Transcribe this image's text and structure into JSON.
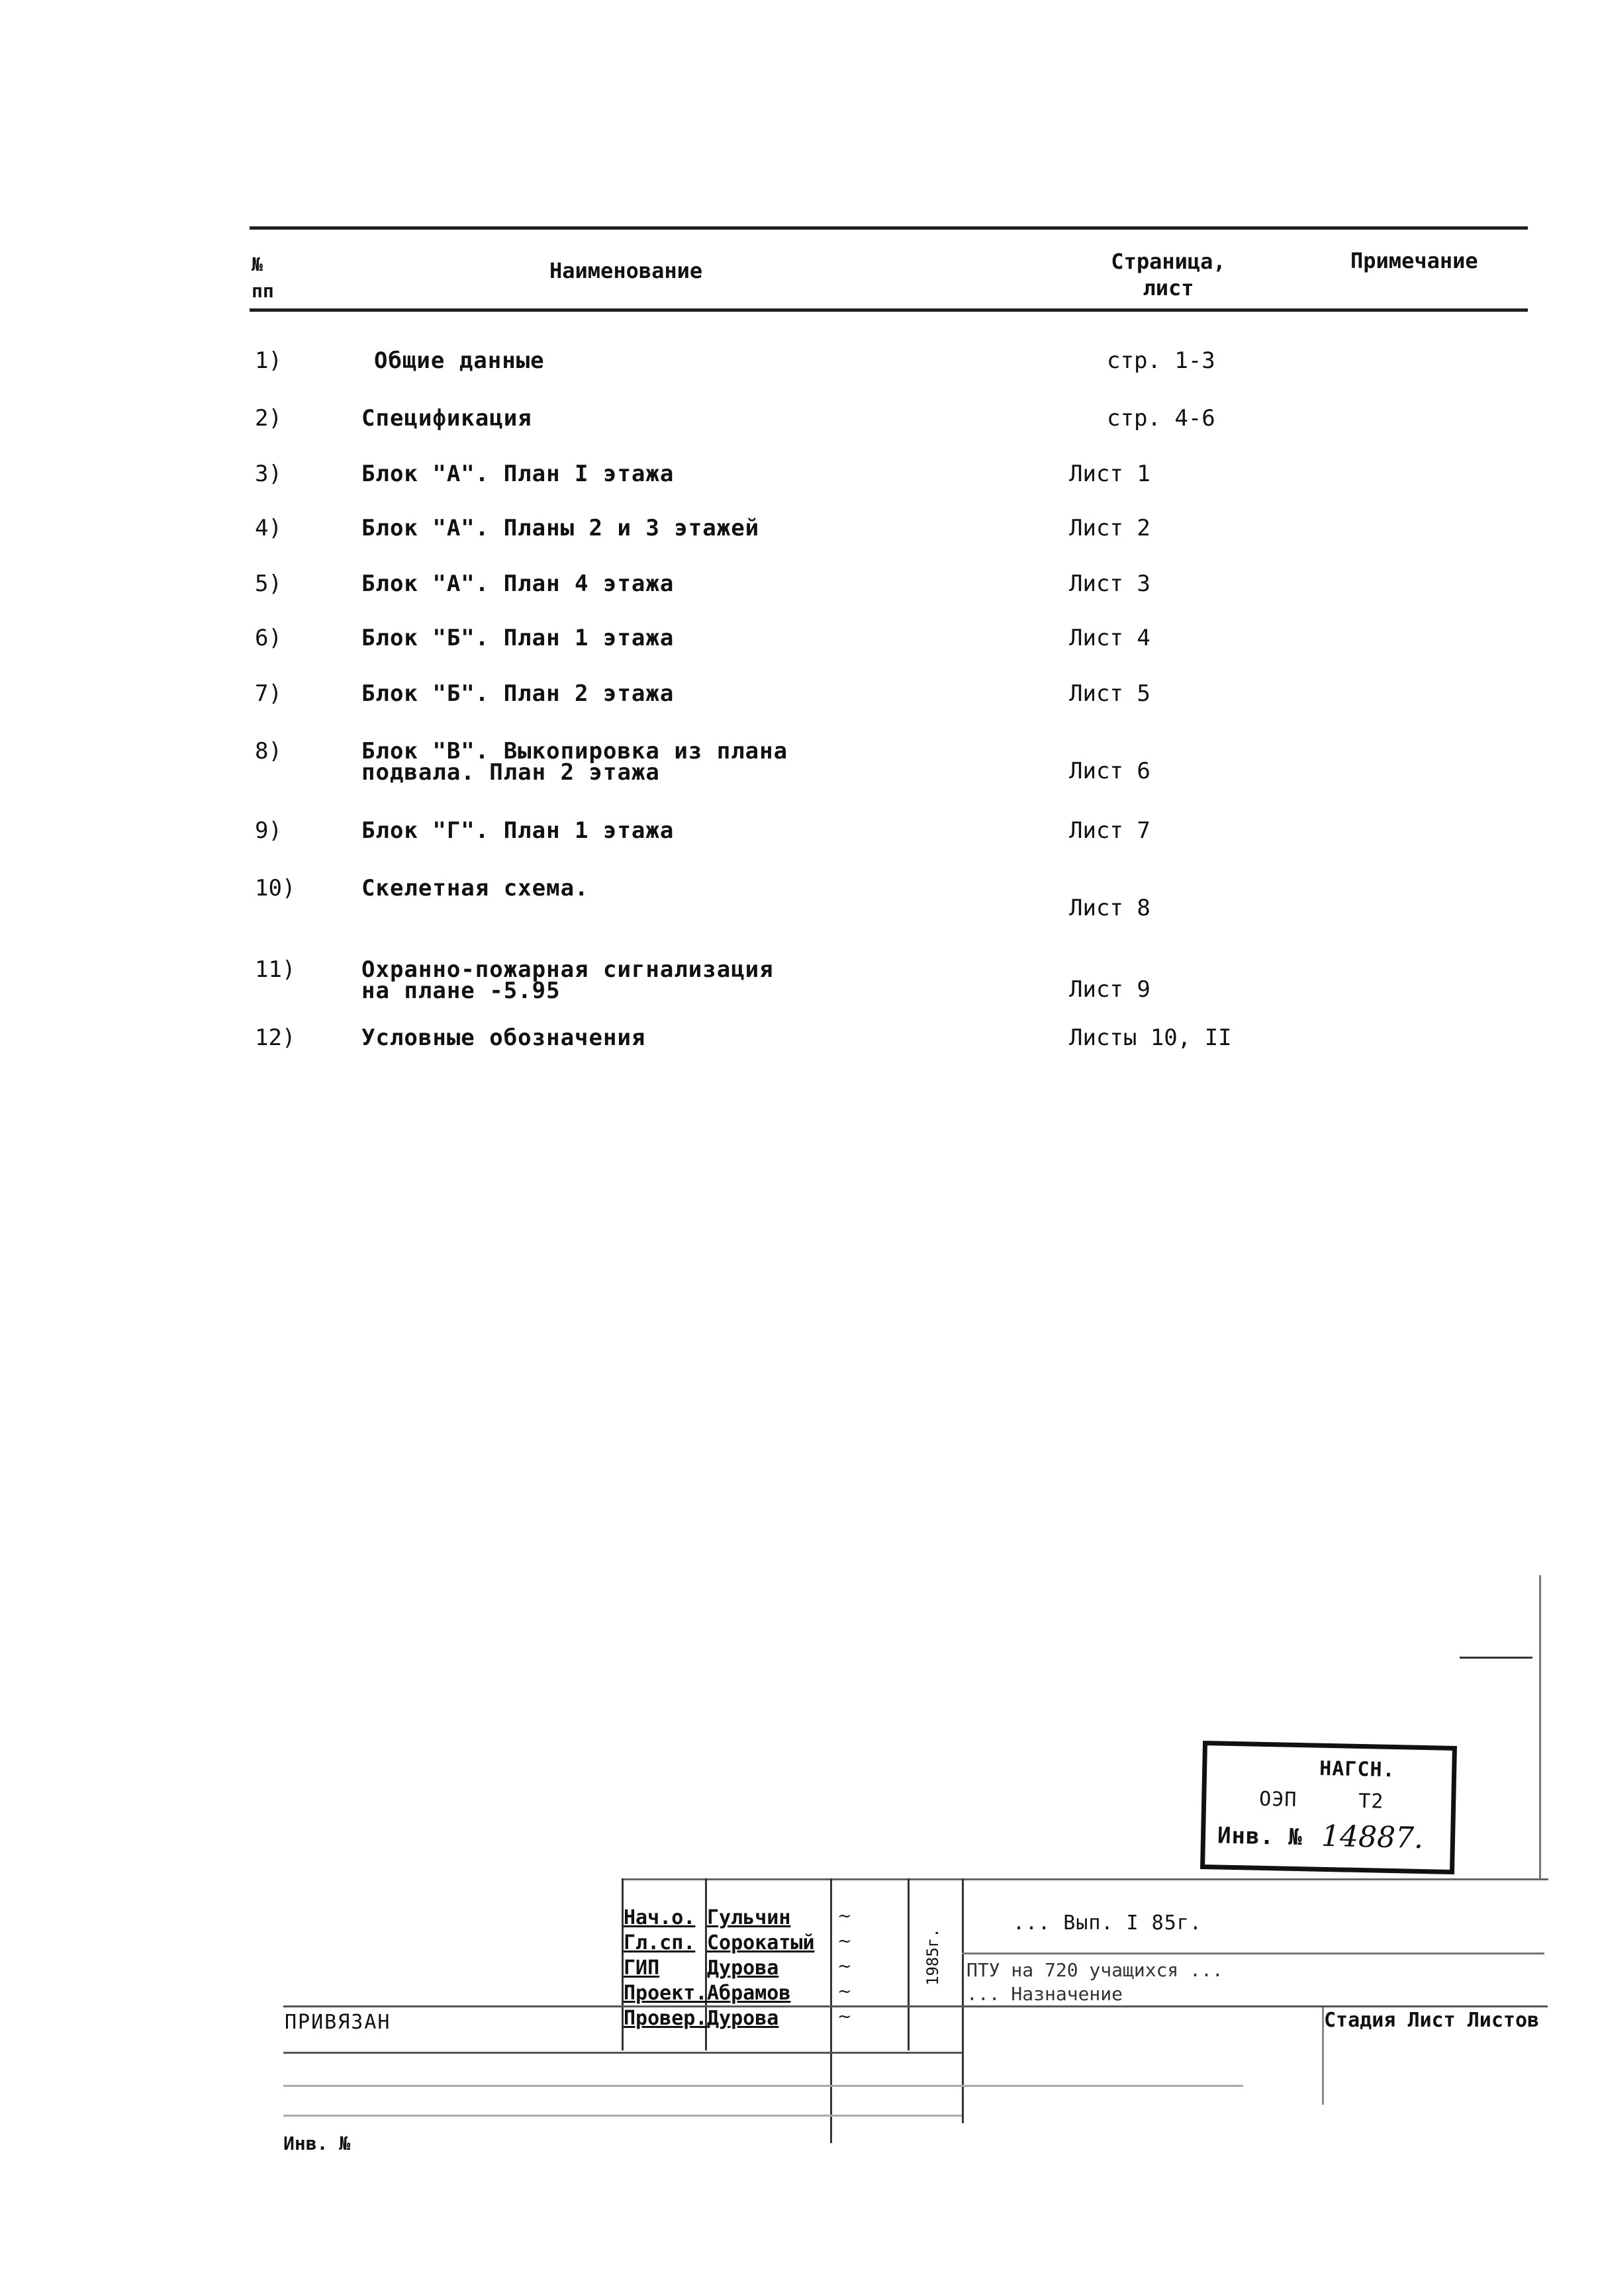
{
  "table": {
    "headers": {
      "num": "№ пп",
      "name": "Наименование",
      "page": "Страница, лист",
      "note": "Примечание"
    },
    "rows": [
      {
        "num": "1)",
        "name": [
          "Общие данные"
        ],
        "page": "стр. 1-3"
      },
      {
        "num": "2)",
        "name": [
          "Спецификация"
        ],
        "page": "стр. 4-6"
      },
      {
        "num": "3)",
        "name": [
          "Блок \"А\". План I этажа"
        ],
        "page": "Лист 1"
      },
      {
        "num": "4)",
        "name": [
          "Блок \"А\". Планы 2 и 3 этажей"
        ],
        "page": "Лист 2"
      },
      {
        "num": "5)",
        "name": [
          "Блок \"А\". План 4 этажа"
        ],
        "page": "Лист 3"
      },
      {
        "num": "6)",
        "name": [
          "Блок \"Б\". План 1 этажа"
        ],
        "page": "Лист 4"
      },
      {
        "num": "7)",
        "name": [
          "Блок \"Б\". План 2 этажа"
        ],
        "page": "Лист 5"
      },
      {
        "num": "8)",
        "name": [
          "Блок \"В\". Выкопировка из плана",
          "подвала. План 2 этажа"
        ],
        "page": "Лист 6"
      },
      {
        "num": "9)",
        "name": [
          "Блок \"Г\". План 1 этажа"
        ],
        "page": "Лист 7"
      },
      {
        "num": "10)",
        "name": [
          "Скелетная схема."
        ],
        "page": "Лист 8"
      },
      {
        "num": "11)",
        "name": [
          "Охранно-пожарная сигнализация",
          "на плане -5.95"
        ],
        "page": "Лист 9"
      },
      {
        "num": "12)",
        "name": [
          "Условные обозначения"
        ],
        "page": "Листы 10, II"
      }
    ]
  },
  "stamp": {
    "line1": "НАГСН.",
    "line2_left": "ОЭП",
    "line2_right": "Т2",
    "inv_label": "Инв. №",
    "inv_number": "14887."
  },
  "title_block": {
    "roles": [
      "Нач.о.",
      "Гл.сп.",
      "ГИП",
      "Проект.",
      "Провер."
    ],
    "names": [
      "Гульчин",
      "Сорокатый",
      "Дурова",
      "Абрамов",
      "Дурова"
    ],
    "date": "1985г.",
    "project_line": "... Вып. I 85г.",
    "description_1": "ПТУ на 720 учащихся ...",
    "description_2": "... Назначение",
    "stage_labels": [
      "Стадия",
      "Лист",
      "Листов"
    ],
    "bound_label": "ПРИВЯЗАН",
    "inv_footer": "Инв. №"
  }
}
